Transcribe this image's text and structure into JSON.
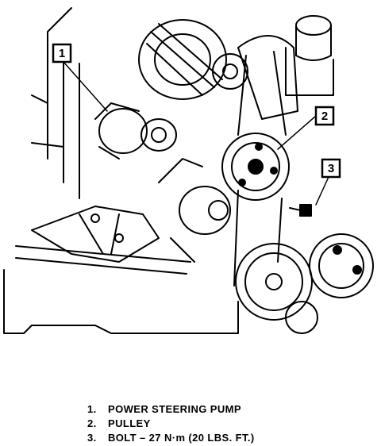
{
  "callouts": [
    {
      "number": "1"
    },
    {
      "number": "2"
    },
    {
      "number": "3"
    }
  ],
  "legend": [
    {
      "number": "1.",
      "text": "POWER STEERING PUMP"
    },
    {
      "number": "2.",
      "text": "PULLEY"
    },
    {
      "number": "3.",
      "text": "BOLT – 27 N·m (20 LBS. FT.)"
    }
  ]
}
